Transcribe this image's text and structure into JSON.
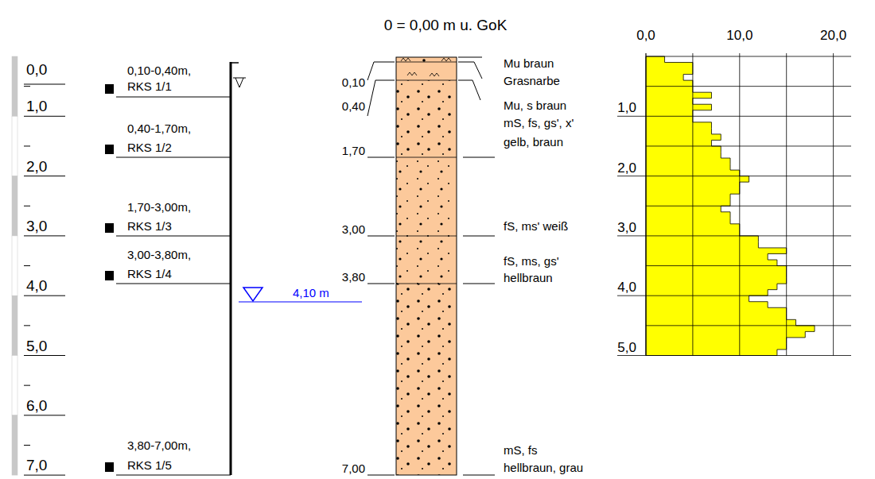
{
  "diagram": {
    "title": "0 = 0,00 m u. GoK",
    "labels": [
      "0,0",
      "1,0",
      "2,0",
      "3,0",
      "4,0",
      "5,0",
      "6,0",
      "7,0",
      "0,10-0,40m,",
      "RKS 1/1",
      "0,40-1,70m,",
      "RKS 1/2",
      "1,70-3,00m,",
      "RKS 1/3",
      "3,00-3,80m,",
      "RKS 1/4",
      "3,80-7,00m,",
      "RKS 1/5",
      "4,10 m",
      "0,10",
      "0,40",
      "1,70",
      "3,00",
      "3,80",
      "7,00",
      "Mu braun",
      "Grasnarbe",
      "Mu, s braun",
      "mS, fs, gs', x'",
      "gelb, braun",
      "fS, ms' weiß",
      "fS, ms, gs'",
      "hellbraun",
      "mS, fs",
      "hellbraun, grau",
      "0,0",
      "10,0",
      "20,0",
      "1,0",
      "2,0",
      "3,0",
      "4,0",
      "5,0"
    ]
  }
}
